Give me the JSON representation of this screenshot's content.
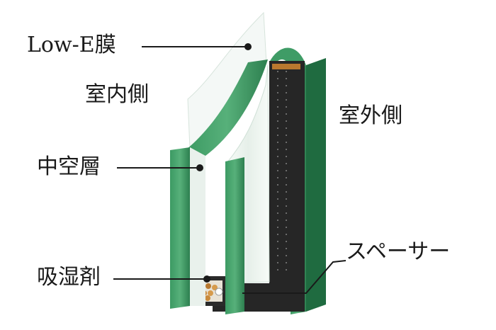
{
  "labels": {
    "low_e": "Low-E膜",
    "indoor": "室内側",
    "outdoor": "室外側",
    "air_layer": "中空層",
    "desiccant": "吸湿剤",
    "spacer": "スペーサー"
  },
  "colors": {
    "glass_edge": "#2f8a55",
    "glass_edge_dark": "#1c5e38",
    "glass_face": "#eef5f1",
    "spacer_frame": "#2a2a2a",
    "desiccant": "#c98a3c",
    "leader_line": "#1a1a1a",
    "text": "#1a1a1a"
  }
}
